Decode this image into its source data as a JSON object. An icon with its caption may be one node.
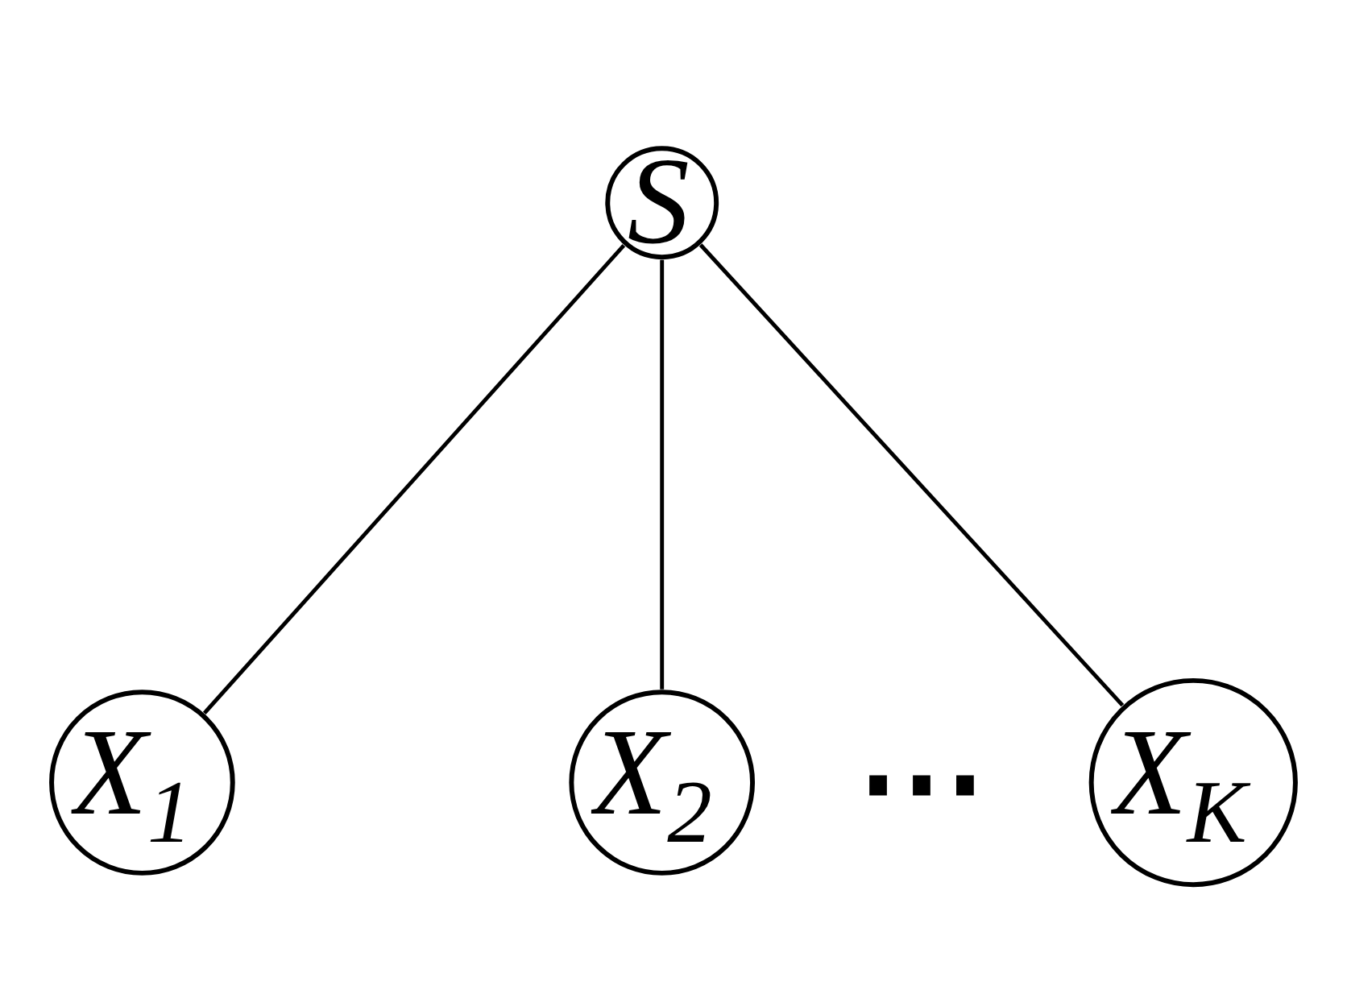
{
  "diagram": {
    "nodes": [
      {
        "text": [
          "S"
        ]
      },
      {
        "text": [
          "X$_{1}$"
        ]
      },
      {
        "text": [
          "X$_{2}$"
        ]
      },
      {
        "text": [
          "X$_{K}$"
        ]
      }
    ],
    "edges": [
      {
        "from": 0,
        "to": 1,
        "arrow": "none"
      },
      {
        "from": 0,
        "to": 2,
        "arrow": "none"
      },
      {
        "from": 0,
        "to": 3,
        "arrow": "none"
      }
    ],
    "labels": [
      "⋯"
    ]
  }
}
